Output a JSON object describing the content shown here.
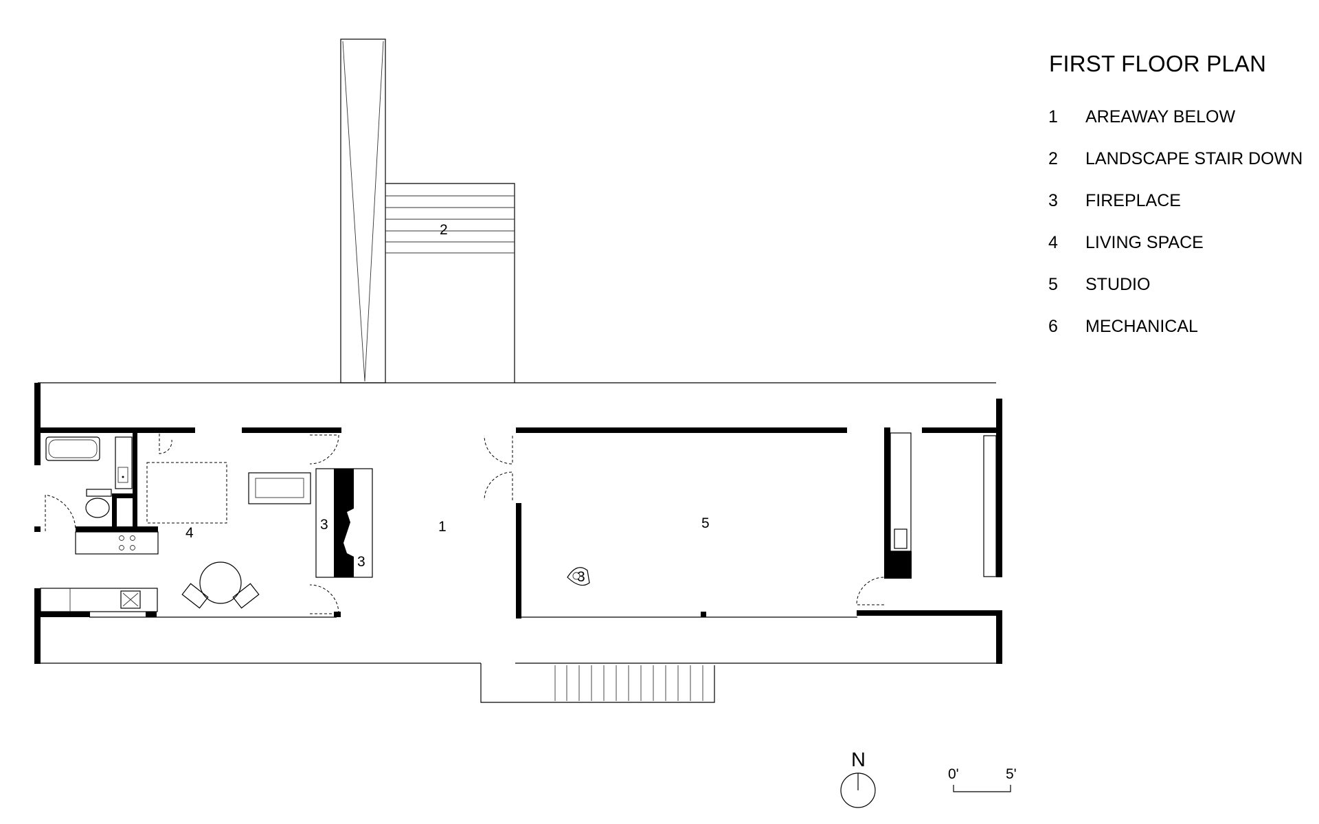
{
  "title": "FIRST FLOOR PLAN",
  "legend": [
    {
      "num": "1",
      "label": "AREAWAY BELOW"
    },
    {
      "num": "2",
      "label": "LANDSCAPE STAIR DOWN"
    },
    {
      "num": "3",
      "label": "FIREPLACE"
    },
    {
      "num": "4",
      "label": "LIVING SPACE"
    },
    {
      "num": "5",
      "label": "STUDIO"
    },
    {
      "num": "6",
      "label": "MECHANICAL"
    }
  ],
  "room_tags": {
    "areaway": "1",
    "stair": "2",
    "fireplace_a": "3",
    "fireplace_b": "3",
    "fireplace_c": "3",
    "living": "4",
    "studio": "5"
  },
  "north": {
    "label": "N"
  },
  "scale": {
    "start": "0'",
    "end": "5'"
  }
}
